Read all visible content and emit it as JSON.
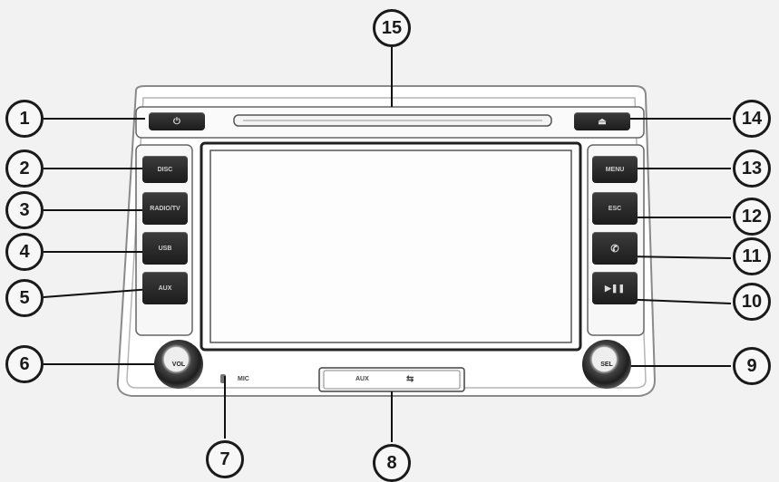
{
  "buttons": {
    "disc": "DISC",
    "radio_tv": "RADIO/TV",
    "usb": "USB",
    "aux": "AUX",
    "menu": "MENU",
    "esc": "ESC",
    "vol": "VOL",
    "sel": "SEL"
  },
  "icons": {
    "power": "power-icon",
    "eject": "eject-icon",
    "phone": "phone-icon",
    "play_pause": "play-pause-icon",
    "usb": "usb-icon",
    "mic": "microphone-icon"
  },
  "ports": {
    "aux": "AUX",
    "mic": "MIC"
  },
  "callouts": [
    "1",
    "2",
    "3",
    "4",
    "5",
    "6",
    "7",
    "8",
    "9",
    "10",
    "11",
    "12",
    "13",
    "14",
    "15"
  ]
}
